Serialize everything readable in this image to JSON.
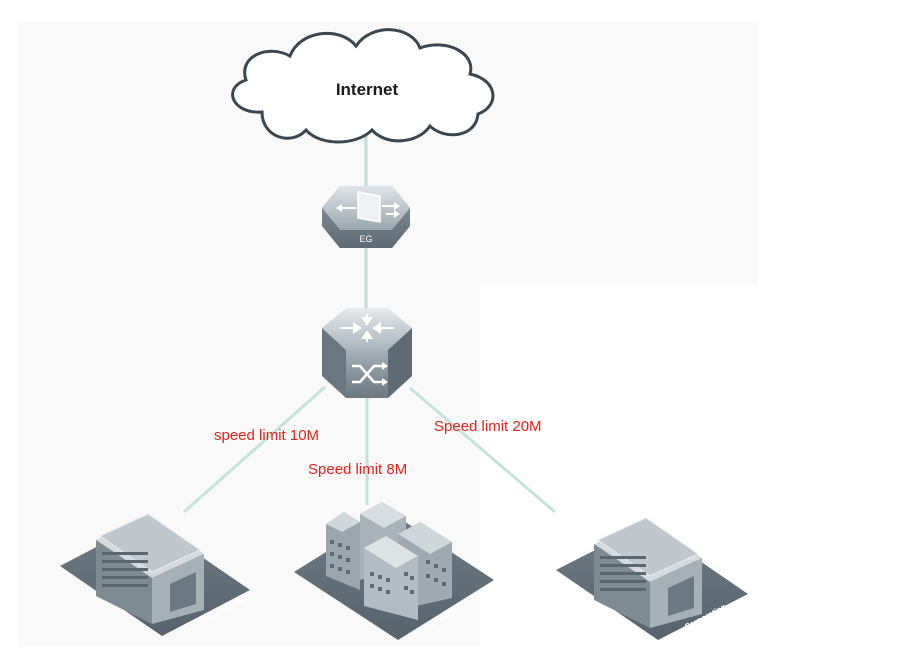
{
  "nodes": {
    "internet": {
      "label": "Internet"
    },
    "gateway": {
      "label": "EG"
    },
    "building_left": {
      "label": "Corporation"
    },
    "building_center": {
      "label": "District"
    },
    "building_right": {
      "label": "Corporation"
    }
  },
  "links": {
    "left": {
      "label": "speed limit 10M"
    },
    "center": {
      "label": "Speed limit 8M"
    },
    "right": {
      "label": "Speed limit 20M"
    }
  },
  "colors": {
    "link_label": "#e8211a",
    "device_body": "#8f9aa3",
    "device_top": "#c9d0d5",
    "link_line": "#b9ddd6"
  }
}
